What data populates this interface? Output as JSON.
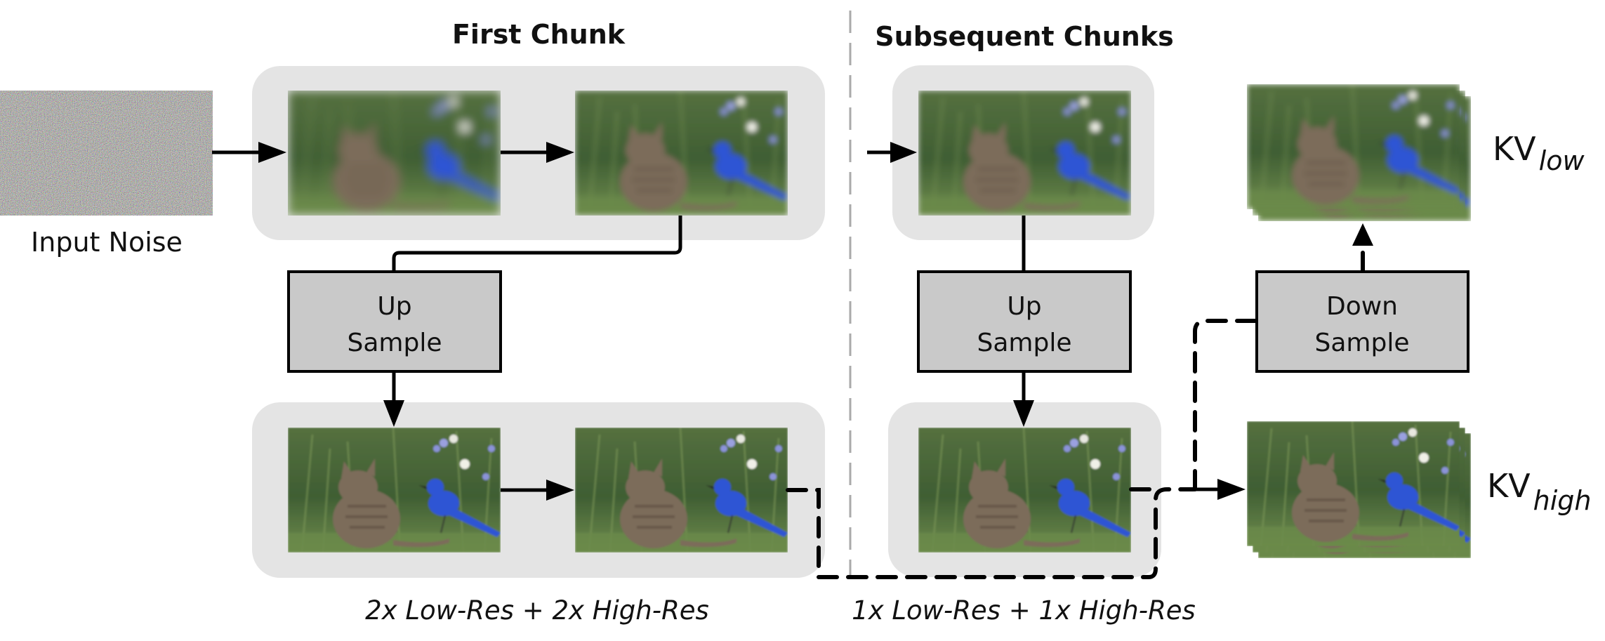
{
  "figure": {
    "sections": {
      "first": {
        "title": "First Chunk",
        "caption": "2x Low-Res + 2x High-Res"
      },
      "subsequent": {
        "title": "Subsequent Chunks",
        "caption": "1x Low-Res + 1x High-Res"
      }
    },
    "input_label": "Input Noise",
    "upsample_left": [
      "Up",
      "Sample"
    ],
    "upsample_right": [
      "Up",
      "Sample"
    ],
    "downsample": [
      "Down",
      "Sample"
    ],
    "kv_low": {
      "main": "KV",
      "sub": "low"
    },
    "kv_high": {
      "main": "KV",
      "sub": "high"
    },
    "images": [
      {
        "id": "noise",
        "kind": "noise"
      },
      {
        "id": "first-low-1",
        "kind": "low-res",
        "blur": "strong"
      },
      {
        "id": "first-low-2",
        "kind": "low-res",
        "blur": "medium"
      },
      {
        "id": "first-high-1",
        "kind": "high-res"
      },
      {
        "id": "first-high-2",
        "kind": "high-res"
      },
      {
        "id": "subseq-low",
        "kind": "low-res",
        "blur": "medium"
      },
      {
        "id": "subseq-high",
        "kind": "high-res"
      },
      {
        "id": "kv-low-stack",
        "kind": "low-res-stack"
      },
      {
        "id": "kv-high-stack",
        "kind": "high-res-stack"
      }
    ],
    "colors": {
      "container": "#e4e4e4",
      "op_box": "#c9c9c9",
      "line": "#000000",
      "divider": "#aaaaaa",
      "grass": "#4f6e3a",
      "bird": "#2f55d4",
      "cat": "#7a6a58"
    }
  }
}
